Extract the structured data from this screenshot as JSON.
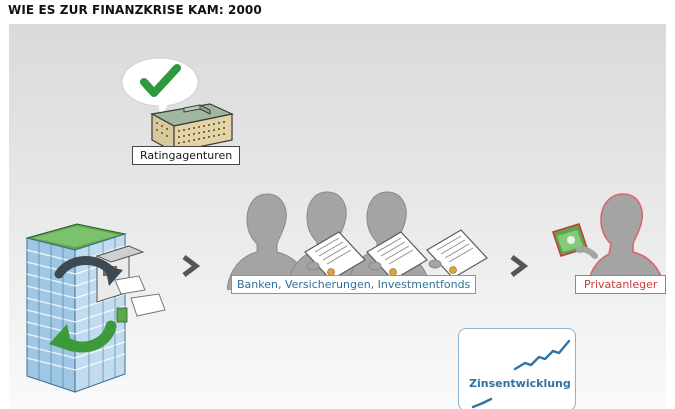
{
  "header": {
    "title": "WIE ES ZUR FINANZKRISE KAM: 2000"
  },
  "scene": {
    "ratings_label": "Ratingagenturen",
    "banks_label": "Banken, Versicherungen, Investmentfonds",
    "investor_label": "Privatanleger",
    "interest_label": "Zinsentwicklung"
  },
  "colors": {
    "check_green": "#2f9a3c",
    "bank_blue": "#2f6f9a",
    "investor_red": "#c8383d",
    "silhouette": "#9a9a9a",
    "arrow": "#555555"
  },
  "icons": [
    "check-icon",
    "rating-building-icon",
    "money-stack-icon",
    "recycle-arrow-icon",
    "chevron-right-icon",
    "banker-silhouette-icon",
    "document-icon",
    "investor-silhouette-icon",
    "interest-chart-icon"
  ]
}
